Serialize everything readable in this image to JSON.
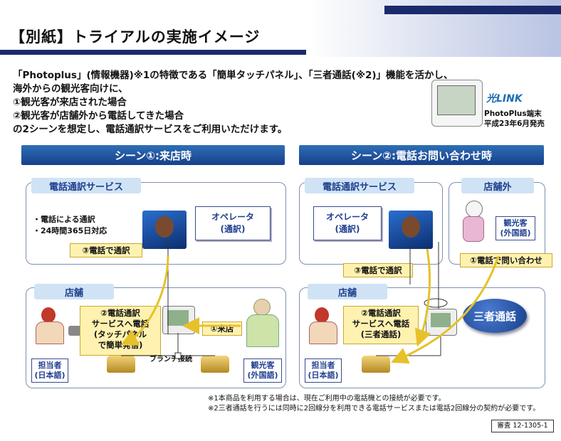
{
  "title": "【別紙】トライアルの実施イメージ",
  "intro": [
    "「Photoplus」(情報機器)※1の特徴である「簡単タッチパネル」、「三者通話(※2)」機能を活かし、",
    "海外からの観光客向けに、",
    "①観光客が来店された場合",
    "②観光客が店舗外から電話してきた場合",
    "の2シーンを想定し、電話通訳サービスをご利用いただけます。"
  ],
  "device": {
    "logo": "光LINK",
    "name": "PhotoPlus端末",
    "date": "平成23年6月発売"
  },
  "scene1": {
    "header": "シーン①:来店時",
    "service_label": "電話通訳サービス",
    "service_points": [
      "・電話による通訳",
      "・24時間365日対応"
    ],
    "operator": [
      "オペレータ",
      "(通訳)"
    ],
    "step3": "③電話で通訳",
    "store_label": "店舗",
    "step2": [
      "②電話通訳",
      "サービスへ電話",
      "(タッチパネル",
      "で簡単発信)"
    ],
    "step1": "①来店",
    "branch": "ブランチ接続",
    "staff": [
      "担当者",
      "(日本語)"
    ],
    "tourist": [
      "観光客",
      "(外国語)"
    ]
  },
  "scene2": {
    "header": "シーン②:電話お問い合わせ時",
    "service_label": "電話通訳サービス",
    "operator": [
      "オペレータ",
      "(通訳)"
    ],
    "outside_label": "店舗外",
    "tourist": [
      "観光客",
      "(外国語)"
    ],
    "step1": "①電話で問い合わせ",
    "step3": "③電話で通訳",
    "store_label": "店舗",
    "step2": [
      "②電話通訳",
      "サービスへ電話",
      "(三者通話)"
    ],
    "threeway": "三者通話",
    "staff": [
      "担当者",
      "(日本語)"
    ]
  },
  "notes": [
    "※1本商品を利用する場合は、現在ご利用中の電話機との接続が必要です。",
    "※2三者通話を行うには同時に2回線分を利用できる電話サービスまたは電話2回線分の契約が必要です。"
  ],
  "doc_code": "審査 12-1305-1",
  "colors": {
    "navy": "#1a2a6b",
    "scene_bar": "#2e6fb6",
    "label_bar": "#cfe3f5",
    "yellow_box": "#fff2b0",
    "flow": "#e6c12a"
  }
}
